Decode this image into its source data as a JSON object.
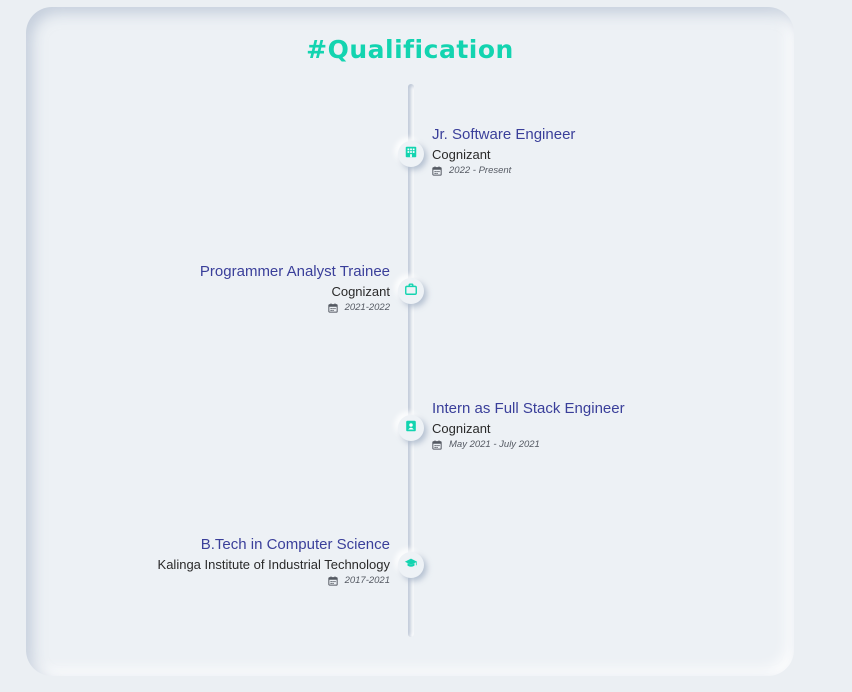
{
  "section": {
    "title": "#Qualification"
  },
  "timeline": [
    {
      "role": "Jr. Software Engineer",
      "organization": "Cognizant",
      "period": "2022 - Present",
      "side": "right",
      "icon": "building-icon"
    },
    {
      "role": "Programmer Analyst Trainee",
      "organization": "Cognizant",
      "period": "2021-2022",
      "side": "left",
      "icon": "briefcase-icon"
    },
    {
      "role": "Intern as Full Stack Engineer",
      "organization": "Cognizant",
      "period": "May 2021 - July 2021",
      "side": "right",
      "icon": "id-badge-icon"
    },
    {
      "role": "B.Tech in Computer Science",
      "organization": "Kalinga Institute of Industrial Technology",
      "period": "2017-2021",
      "side": "left",
      "icon": "graduation-cap-icon"
    }
  ],
  "colors": {
    "accent": "#13d4b0",
    "role_text": "#3a3f9a",
    "background": "#ebeff3"
  }
}
